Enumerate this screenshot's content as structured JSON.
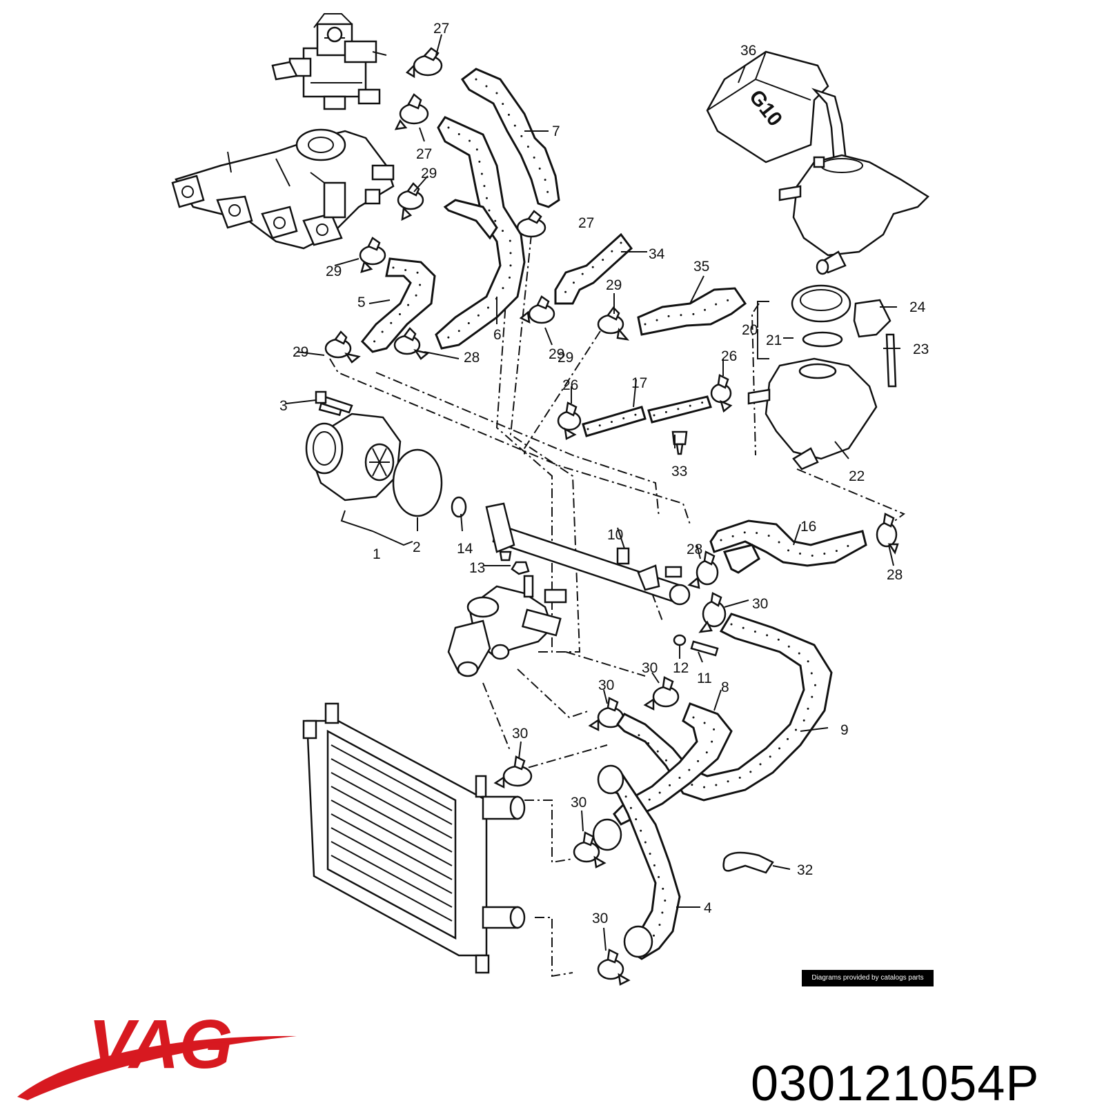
{
  "brand": {
    "logo_text": "VAG",
    "logo_color": "#d71920"
  },
  "part_number": "030121054P",
  "credit": "Diagrams provided by catalogs parts",
  "jug_label": "G10",
  "callouts": [
    "27",
    "27",
    "7",
    "27",
    "29",
    "29",
    "29",
    "29",
    "5",
    "6",
    "28",
    "34",
    "29",
    "35",
    "29",
    "36",
    "24",
    "20",
    "21",
    "23",
    "26",
    "17",
    "26",
    "33",
    "22",
    "3",
    "1",
    "2",
    "14",
    "13",
    "10",
    "16",
    "28",
    "28",
    "30",
    "12",
    "11",
    "30",
    "30",
    "8",
    "9",
    "30",
    "30",
    "32",
    "4",
    "30"
  ],
  "icons": [
    "carburetor-icon",
    "intake-manifold-icon",
    "water-pump-icon",
    "radiator-icon",
    "coolant-jug-icon",
    "expansion-tank-icon",
    "thermostat-housing-icon",
    "hose-clamp-icon"
  ]
}
